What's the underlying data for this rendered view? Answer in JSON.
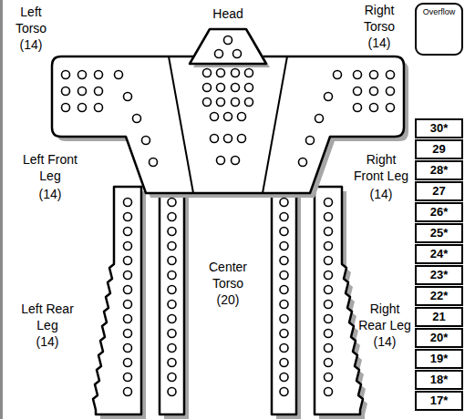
{
  "diagram": {
    "nodes": [
      {
        "text": [
          "Overflow"
        ]
      },
      {
        "text": [
          "30*"
        ]
      },
      {
        "text": [
          "29"
        ]
      },
      {
        "text": [
          "28*"
        ]
      },
      {
        "text": [
          "27"
        ]
      },
      {
        "text": [
          "26*"
        ]
      },
      {
        "text": [
          "25*"
        ]
      },
      {
        "text": [
          "24*"
        ]
      },
      {
        "text": [
          "23*"
        ]
      },
      {
        "text": [
          "22*"
        ]
      },
      {
        "text": [
          "21"
        ]
      },
      {
        "text": [
          "20*"
        ]
      },
      {
        "text": [
          "19*"
        ]
      },
      {
        "text": [
          "18*"
        ]
      },
      {
        "text": [
          "17*"
        ]
      }
    ],
    "labels": [
      "Left Torso",
      "(14)",
      "Head",
      "Right Torso",
      "(14)",
      "Left Front Leg",
      "(14)",
      "Center Torso",
      "(20)",
      "Right Front Leg",
      "(14)",
      "Left Rear Leg",
      "(14)",
      "Right Rear Leg",
      "(14)"
    ]
  }
}
